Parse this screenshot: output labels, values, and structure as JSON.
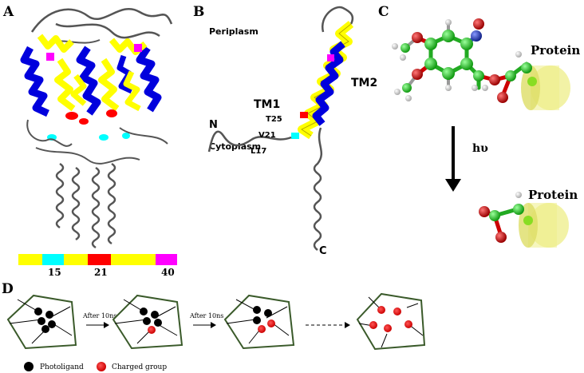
{
  "panels": {
    "a": {
      "letter": "A",
      "bar_ticks": [
        "15",
        "21",
        "40"
      ]
    },
    "b": {
      "letter": "B",
      "periplasm": "Periplasm",
      "cytoplasm": "Cytoplasm",
      "tm1": "TM1",
      "tm2": "TM2",
      "n_term": "N",
      "c_term": "C",
      "residues": [
        "T25",
        "V21",
        "L17"
      ]
    },
    "c": {
      "letter": "C",
      "protein_top": "Protein",
      "protein_bottom": "Protein",
      "arrow_label": "hυ"
    },
    "d": {
      "letter": "D",
      "step_label_1": "After 10ns",
      "step_label_2": "After 10ns",
      "legend_photoligand": "Photoligand",
      "legend_charged": "Charged group"
    }
  },
  "colors": {
    "helix_yellow": "#ffff00",
    "helix_blue": "#0000dd",
    "cyan": "#00ffff",
    "red": "#ff0000",
    "magenta": "#ff00ff",
    "gray": "#555555",
    "carbon": "#22cc22",
    "oxygen": "#cc0000",
    "nitrogen": "#2244cc",
    "hydrogen": "#eeeeee",
    "cell_green": "#3a5a2a"
  }
}
